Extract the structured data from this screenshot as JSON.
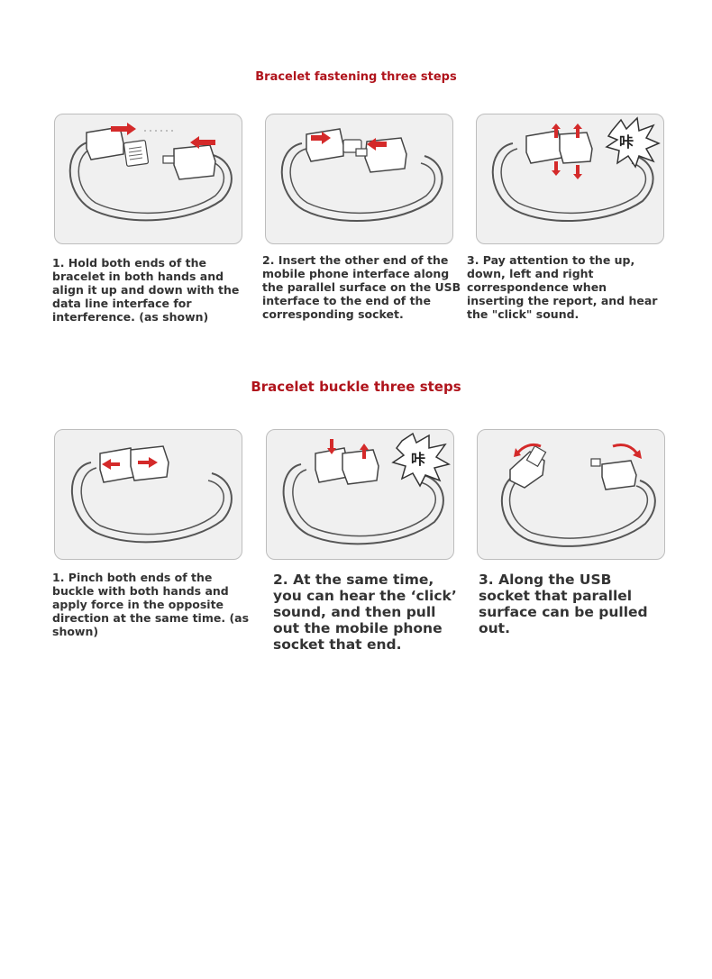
{
  "sections": [
    {
      "title": "Bracelet fastening three steps",
      "steps": [
        {
          "caption": "1. Hold both ends of the bracelet in both hands and align it up and down with the data line interface for interference. (as shown)"
        },
        {
          "caption": "2. Insert the other end of the mobile phone interface along the parallel surface on the USB interface to the end of the corresponding socket."
        },
        {
          "caption": "3. Pay attention to the up, down, left and right correspondence when inserting the report, and hear the \"click\" sound.",
          "sound_label": "咔"
        }
      ]
    },
    {
      "title": "Bracelet buckle three steps",
      "steps": [
        {
          "caption": "1. Pinch both ends of the buckle with both hands and apply force in the opposite direction at the same time. (as shown)"
        },
        {
          "caption": "2. At the same time, you can hear the ‘click’ sound, and then pull out the mobile phone socket that end.",
          "sound_label": "咔"
        },
        {
          "caption": "3. Along the USB socket that parallel surface can be pulled out."
        }
      ]
    }
  ],
  "colors": {
    "title": "#b0141c",
    "arrow": "#d42a2a",
    "panel_bg": "#f0f0f0",
    "line": "#555555"
  },
  "icons": [
    "red-arrow-icon",
    "click-burst-icon",
    "usb-connector-icon",
    "micro-usb-connector-icon"
  ]
}
